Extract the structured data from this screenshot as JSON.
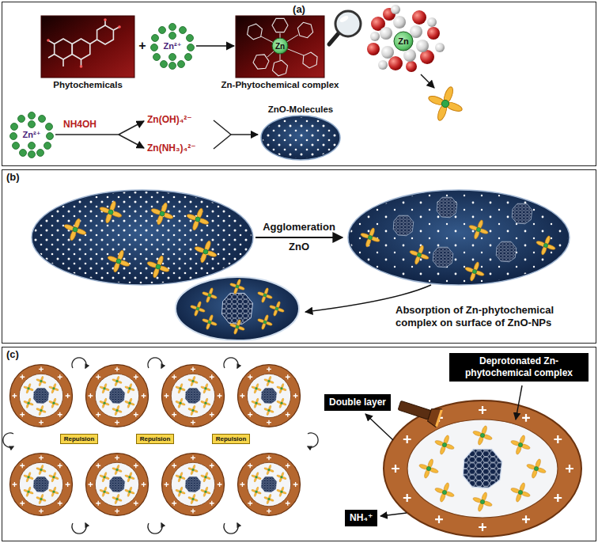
{
  "diagram": {
    "nodes": [
      {
        "text": [
          "(a)"
        ]
      },
      {
        "text": [
          "Phytochemicals"
        ],
        "in": 0
      },
      {
        "text": [
          "Zn²⁺"
        ],
        "in": 0
      },
      {
        "text": [
          "Zn-Phytochemical complex"
        ],
        "in": 0
      },
      {
        "text": [
          "Zn²⁺"
        ],
        "in": 0
      },
      {
        "text": [
          "ZnO-Molecules"
        ],
        "in": 0
      },
      {
        "text": [
          "(b)"
        ]
      },
      {
        "text": [
          "(c)"
        ]
      },
      {
        "text": [
          "Repulsion"
        ],
        "in": 7
      },
      {
        "text": [
          "Repulsion"
        ],
        "in": 7
      },
      {
        "text": [
          "Repulsion"
        ],
        "in": 7
      },
      {
        "text": [
          "Deprotonated Zn-phytochemical complex"
        ],
        "in": 7
      },
      {
        "text": [
          "Double layer"
        ],
        "in": 7
      },
      {
        "text": [
          "NH₄⁺"
        ],
        "in": 7
      }
    ],
    "edges": [
      {
        "from": 2,
        "to": 3,
        "arrow": "to"
      }
    ],
    "labels": [
      "+",
      "Zn",
      "Zn",
      "NH4OH",
      "Zn(OH)₄²⁻",
      "Zn(NH₃)₄²⁻",
      "Agglomeration",
      "ZnO",
      "Absorption of Zn-phytochemical complex on surface of ZnO-NPs"
    ]
  }
}
